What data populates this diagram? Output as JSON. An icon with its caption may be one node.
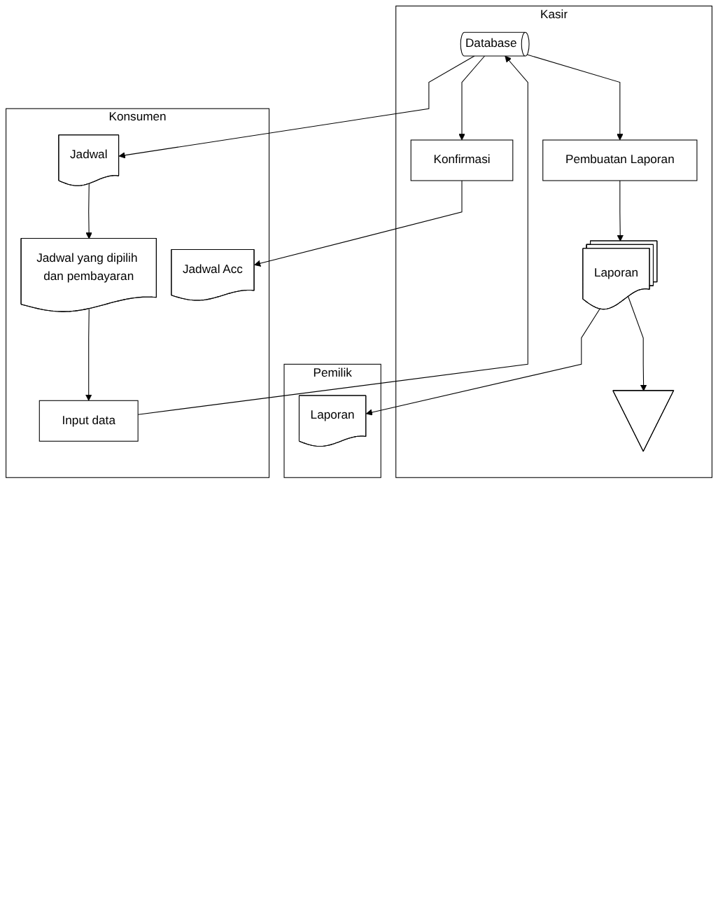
{
  "diagram": {
    "nodes": [
      {
        "text": [
          "Konsumen"
        ]
      },
      {
        "text": [
          "Kasir"
        ]
      },
      {
        "text": [
          "Pemilik"
        ]
      },
      {
        "text": [
          "Jadwal"
        ],
        "in": 0
      },
      {
        "text": [
          "Database"
        ],
        "in": 1
      },
      {
        "text": [
          "Jadwal yang dipilih dan pembayaran"
        ],
        "in": 0
      },
      {
        "text": [
          "Input data"
        ],
        "in": 0
      },
      {
        "text": [
          "Jadwal Acc"
        ],
        "in": 0
      },
      {
        "text": [
          "Konfirmasi"
        ],
        "in": 1
      },
      {
        "text": [
          "Pembuatan Laporan"
        ],
        "in": 1
      },
      {
        "text": [
          "Laporan"
        ],
        "in": 1
      },
      {
        "text": [
          "Laporan"
        ],
        "in": 2
      },
      {
        "text": [],
        "shape": "triangle",
        "in": 1
      }
    ],
    "edges": [
      {
        "from": 4,
        "to": 3,
        "arrow": "to"
      },
      {
        "from": 3,
        "to": 5,
        "arrow": "to"
      },
      {
        "from": 5,
        "to": 6,
        "arrow": "to"
      },
      {
        "from": 6,
        "to": 4,
        "arrow": "to"
      },
      {
        "from": 4,
        "to": 8,
        "arrow": "to"
      },
      {
        "from": 8,
        "to": 7,
        "arrow": "to"
      },
      {
        "from": 4,
        "to": 9,
        "arrow": "to"
      },
      {
        "from": 9,
        "to": 10,
        "arrow": "to"
      },
      {
        "from": 10,
        "to": 12,
        "arrow": "to"
      },
      {
        "from": 10,
        "to": 11,
        "arrow": "to"
      }
    ]
  }
}
